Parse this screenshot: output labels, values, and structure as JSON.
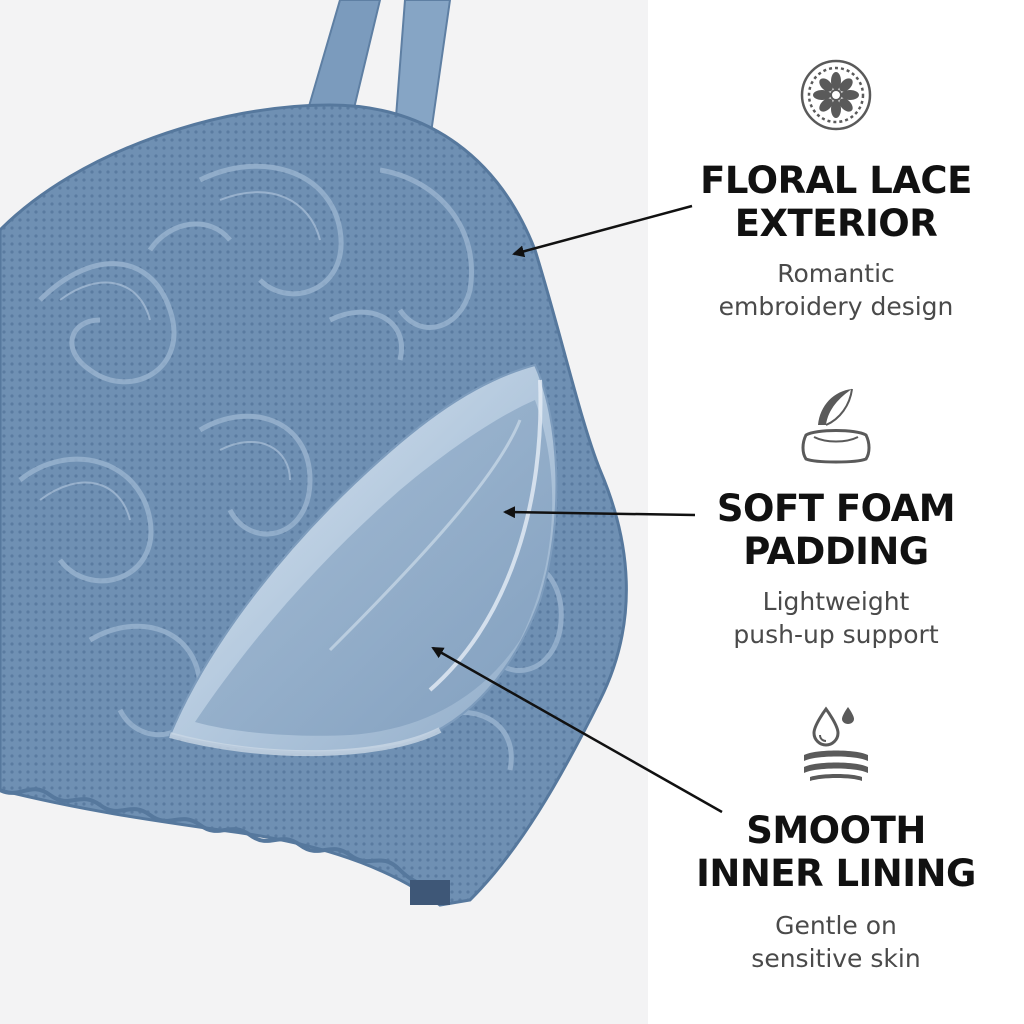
{
  "features": [
    {
      "icon": "lace-doily-icon",
      "title_line1": "FLORAL LACE",
      "title_line2": "EXTERIOR",
      "desc_line1": "Romantic",
      "desc_line2": "embroidery design"
    },
    {
      "icon": "feather-pillow-icon",
      "title_line1": "SOFT FOAM",
      "title_line2": "PADDING",
      "desc_line1": "Lightweight",
      "desc_line2": "push-up support"
    },
    {
      "icon": "water-drop-layers-icon",
      "title_line1": "SMOOTH",
      "title_line2": "INNER LINING",
      "desc_line1": "Gentle on",
      "desc_line2": "sensitive skin"
    }
  ],
  "colors": {
    "lace_blue": "#6e8fb2",
    "lace_dark": "#4f6f93",
    "satin_light": "#c3d5e6",
    "text_dark": "#111111",
    "text_gray": "#4a4a4a",
    "icon_gray": "#5a5a5a"
  }
}
